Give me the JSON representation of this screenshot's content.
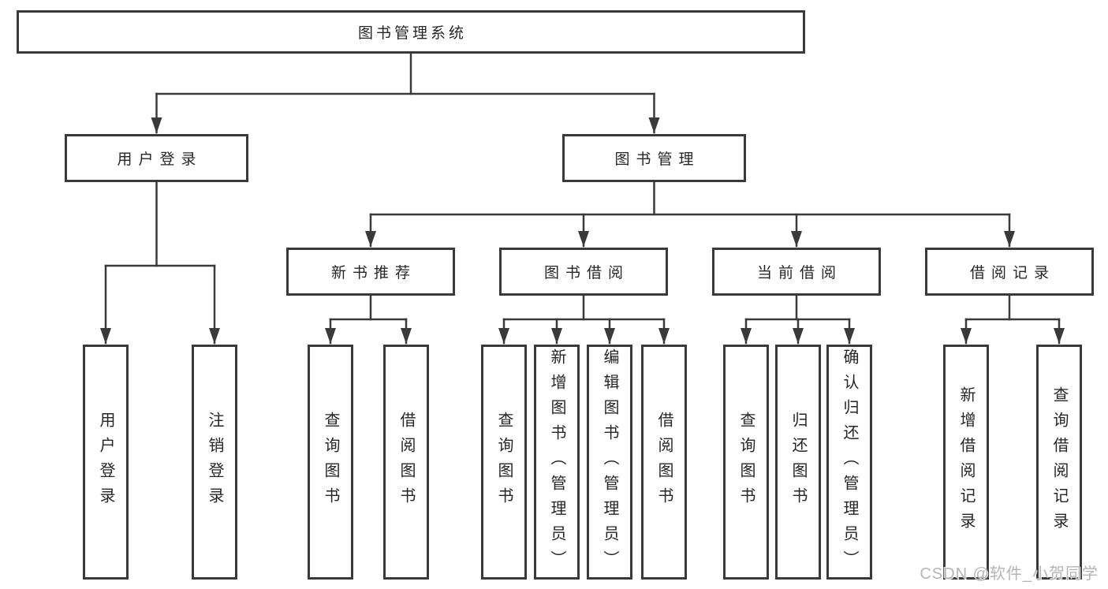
{
  "tree": {
    "root": {
      "label": "图书管理系统"
    },
    "branches": [
      {
        "label": "用户登录",
        "leaves": [
          {
            "label": "用户登录"
          },
          {
            "label": "注销登录"
          }
        ]
      },
      {
        "label": "图书管理",
        "children": [
          {
            "label": "新书推荐",
            "leaves": [
              {
                "label": "查询图书"
              },
              {
                "label": "借阅图书"
              }
            ]
          },
          {
            "label": "图书借阅",
            "leaves": [
              {
                "label": "查询图书"
              },
              {
                "label": "新增图书（管理员）"
              },
              {
                "label": "编辑图书（管理员）"
              },
              {
                "label": "借阅图书"
              }
            ]
          },
          {
            "label": "当前借阅",
            "leaves": [
              {
                "label": "查询图书"
              },
              {
                "label": "归还图书"
              },
              {
                "label": "确认归还（管理员）"
              }
            ]
          },
          {
            "label": "借阅记录",
            "leaves": [
              {
                "label": "新增借阅记录"
              },
              {
                "label": "查询借阅记录"
              }
            ]
          }
        ]
      }
    ]
  },
  "watermark": {
    "text": "CSDN @软件_小贺同学"
  },
  "colors": {
    "line": "#3a3a3a",
    "box_border": "#3a3a3a",
    "text": "#262626",
    "watermark": "#b5b5b5",
    "background": "#ffffff"
  }
}
